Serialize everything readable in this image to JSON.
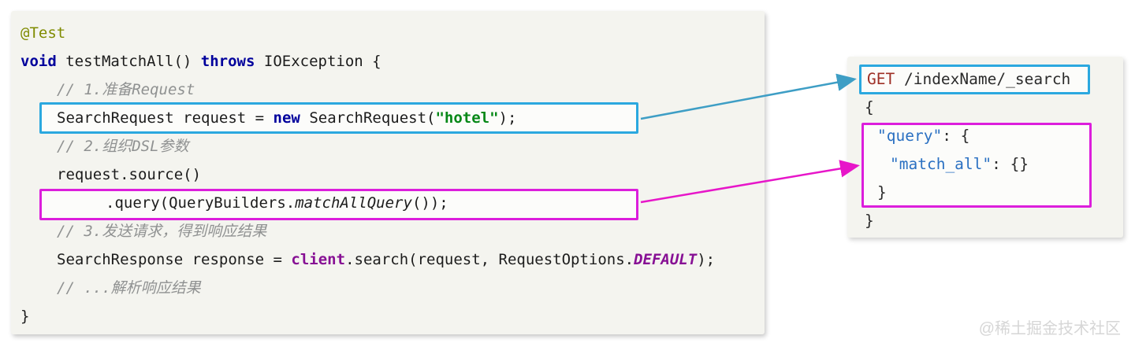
{
  "watermark": "@稀土掘金技术社区",
  "colors": {
    "panel_background": "#f4f4ef",
    "highlight_cyan": "#2BA8DF",
    "highlight_magenta": "#DC1EDC",
    "arrow_cyan": "#3E9EC5",
    "arrow_magenta": "#E716C9",
    "keyword_navy": "#00009c",
    "string_green": "#068817",
    "comment_gray": "#8f9191",
    "field_purple": "#871094",
    "annotation_olive": "#7f8b00",
    "http_method_red": "#9e2f26",
    "json_key_blue": "#2a70c2"
  },
  "java_panel": {
    "lines": [
      {
        "segments": [
          {
            "t": "@Test",
            "c": "annotation"
          }
        ]
      },
      {
        "segments": [
          {
            "t": "void",
            "c": "keyword"
          },
          {
            "t": " testMatchAll() ",
            "c": "plain"
          },
          {
            "t": "throws",
            "c": "keyword"
          },
          {
            "t": " IOException {",
            "c": "plain"
          }
        ]
      },
      {
        "segments": [
          {
            "t": "// 1.准备Request",
            "c": "comment"
          }
        ]
      },
      {
        "segments": [
          {
            "t": "SearchRequest request = ",
            "c": "plain"
          },
          {
            "t": "new",
            "c": "keyword"
          },
          {
            "t": " SearchRequest(",
            "c": "plain"
          },
          {
            "t": "\"hotel\"",
            "c": "string"
          },
          {
            "t": ");",
            "c": "plain"
          }
        ]
      },
      {
        "segments": [
          {
            "t": "// 2.组织DSL参数",
            "c": "comment"
          }
        ]
      },
      {
        "segments": [
          {
            "t": "request.source()",
            "c": "plain"
          }
        ]
      },
      {
        "segments": [
          {
            "t": ".query(QueryBuilders.",
            "c": "plain"
          },
          {
            "t": "matchAllQuery",
            "c": "method-italic"
          },
          {
            "t": "());",
            "c": "plain"
          }
        ]
      },
      {
        "segments": [
          {
            "t": "// 3.发送请求，得到响应结果",
            "c": "comment"
          }
        ]
      },
      {
        "segments": [
          {
            "t": "SearchResponse response = ",
            "c": "plain"
          },
          {
            "t": "client",
            "c": "field"
          },
          {
            "t": ".search(request, RequestOptions.",
            "c": "plain"
          },
          {
            "t": "DEFAULT",
            "c": "constant"
          },
          {
            "t": ");",
            "c": "plain"
          }
        ]
      },
      {
        "segments": [
          {
            "t": "// ...解析响应结果",
            "c": "comment"
          }
        ]
      },
      {
        "segments": [
          {
            "t": "}",
            "c": "plain"
          }
        ]
      }
    ]
  },
  "dsl_panel": {
    "lines": [
      {
        "segments": [
          {
            "t": "GET",
            "c": "http-method"
          },
          {
            "t": " /indexName/_search",
            "c": "plain"
          }
        ]
      },
      {
        "segments": [
          {
            "t": "{",
            "c": "plain"
          }
        ]
      },
      {
        "segments": [
          {
            "t": "\"query\"",
            "c": "json-key"
          },
          {
            "t": ": {",
            "c": "plain"
          }
        ]
      },
      {
        "segments": [
          {
            "t": "\"match_all\"",
            "c": "json-key"
          },
          {
            "t": ": {}",
            "c": "plain"
          }
        ]
      },
      {
        "segments": [
          {
            "t": "}",
            "c": "plain"
          }
        ]
      },
      {
        "segments": [
          {
            "t": "}",
            "c": "plain"
          }
        ]
      }
    ]
  }
}
